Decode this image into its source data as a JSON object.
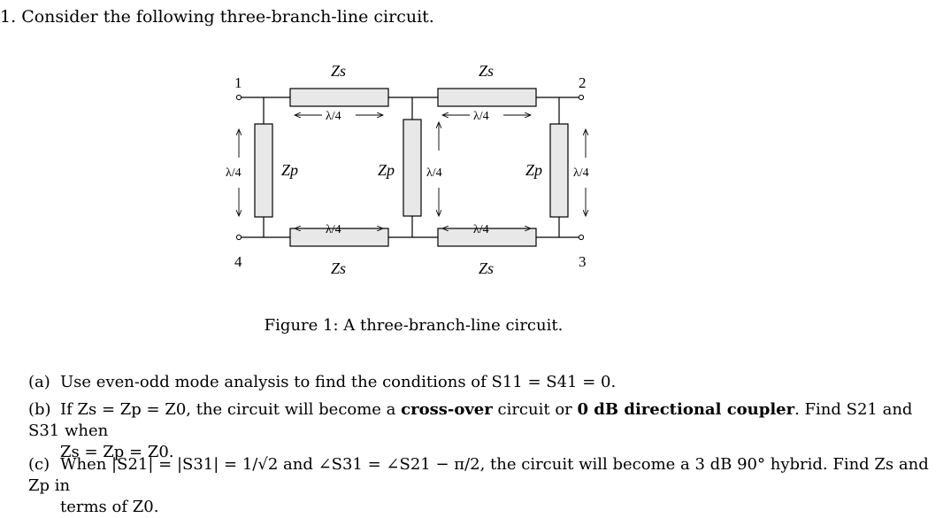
{
  "problem": {
    "number": "1.",
    "text": "Consider the following three-branch-line circuit."
  },
  "figure": {
    "ports": [
      "1",
      "2",
      "3",
      "4"
    ],
    "series_impedance_label": "Zs",
    "shunt_impedance_label": "Zp",
    "quarter_wave_label": "λ/4",
    "caption": "Figure 1: A three-branch-line circuit."
  },
  "parts": {
    "a": {
      "label": "(a)",
      "text": "Use even-odd mode analysis to find the conditions of S11 = S41 = 0."
    },
    "b": {
      "label": "(b)",
      "line1_pre": "If Zs = Zp = Z0, the circuit will become a",
      "bold1": "cross-over",
      "mid": "circuit or",
      "bold2": "0 dB directional coupler",
      "line1_post": ". Find S21 and S31 when",
      "line2": "Zs = Zp = Z0."
    },
    "c": {
      "label": "(c)",
      "line1": "When |S21| = |S31| = 1/√2 and ∠S31 = ∠S21 − π/2, the circuit will become a 3 dB 90° hybrid. Find Zs and Zp in",
      "line2": "terms of Z0."
    }
  }
}
